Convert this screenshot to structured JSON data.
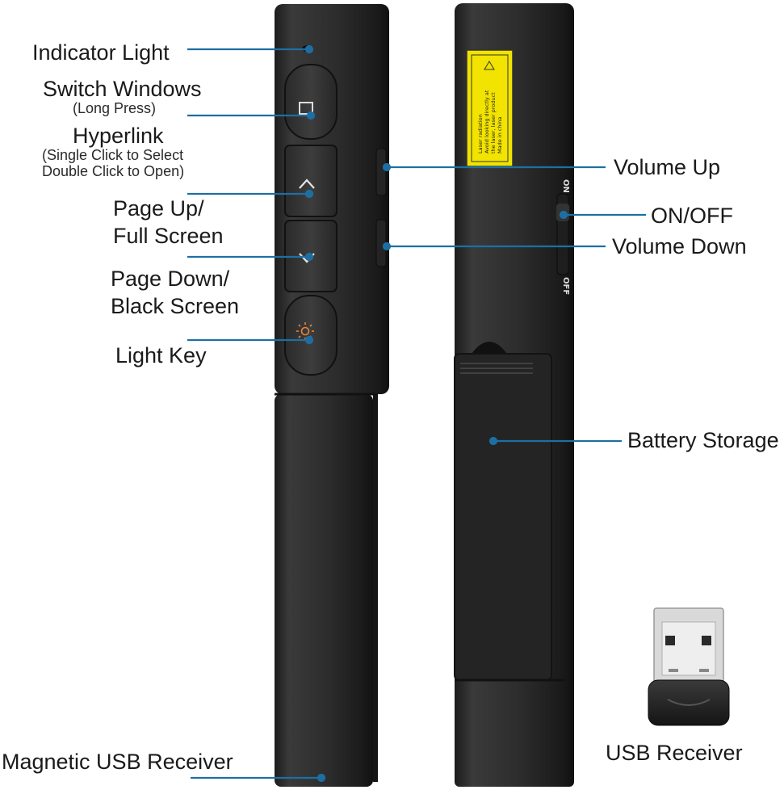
{
  "labels": {
    "indicator_light": "Indicator Light",
    "switch_windows": "Switch Windows",
    "switch_windows_note": "(Long Press)",
    "hyperlink": "Hyperlink",
    "hyperlink_note_1": "(Single Click to Select",
    "hyperlink_note_2": "Double Click to Open)",
    "page_up_1": "Page Up/",
    "page_up_2": "Full Screen",
    "page_down_1": "Page Down/",
    "page_down_2": "Black Screen",
    "light_key": "Light Key",
    "magnetic_usb": "Magnetic USB Receiver",
    "volume_up": "Volume Up",
    "on_off": "ON/OFF",
    "volume_down": "Volume Down",
    "battery_storage": "Battery Storage",
    "usb_receiver": "USB Receiver"
  },
  "device_marks": {
    "switch_on": "ON",
    "switch_off": "OFF"
  },
  "warning_sticker": [
    "Laser radiation",
    "Avoid looking directly at",
    "the laser, laser product",
    "Made in china"
  ],
  "colors": {
    "leader_line": "#1d6fa3",
    "device_body": "#2b2b2b",
    "sticker": "#f2e300",
    "light_key_icon": "#e8863a"
  }
}
